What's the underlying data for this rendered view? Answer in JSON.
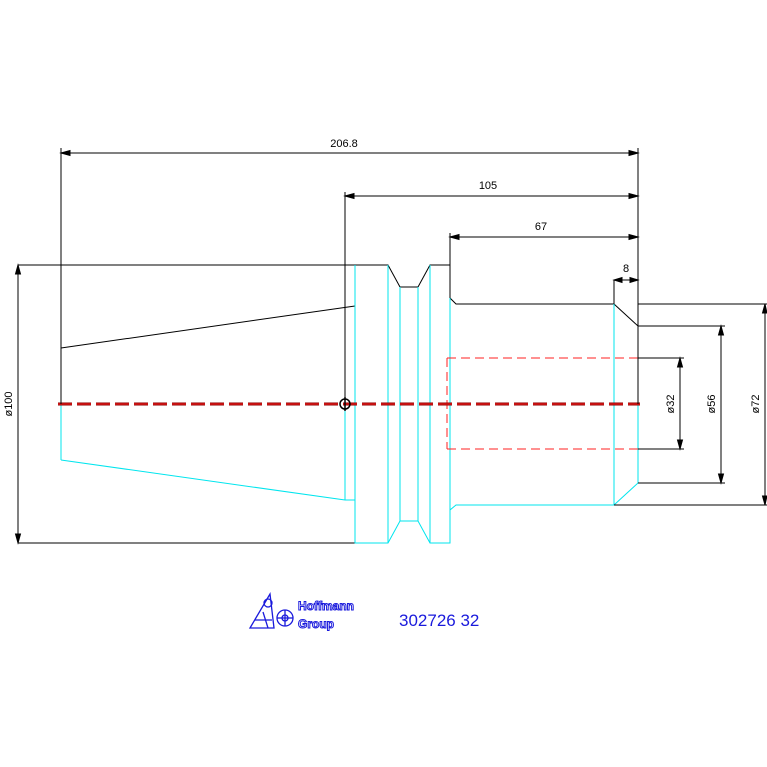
{
  "dimensions": {
    "overall_length": "206.8",
    "length_105": "105",
    "length_67": "67",
    "length_8": "8",
    "dia_100": "ø100",
    "dia_32": "ø32",
    "dia_56": "ø56",
    "dia_72": "ø72"
  },
  "logo": {
    "line1": "Hoffmann",
    "line2": "Group"
  },
  "part_number": "302726 32",
  "colors": {
    "outline": "#000000",
    "section": "#00e5ee",
    "hidden": "#ff2020",
    "centerline": "#8b0000",
    "brand": "#1a1adc"
  }
}
